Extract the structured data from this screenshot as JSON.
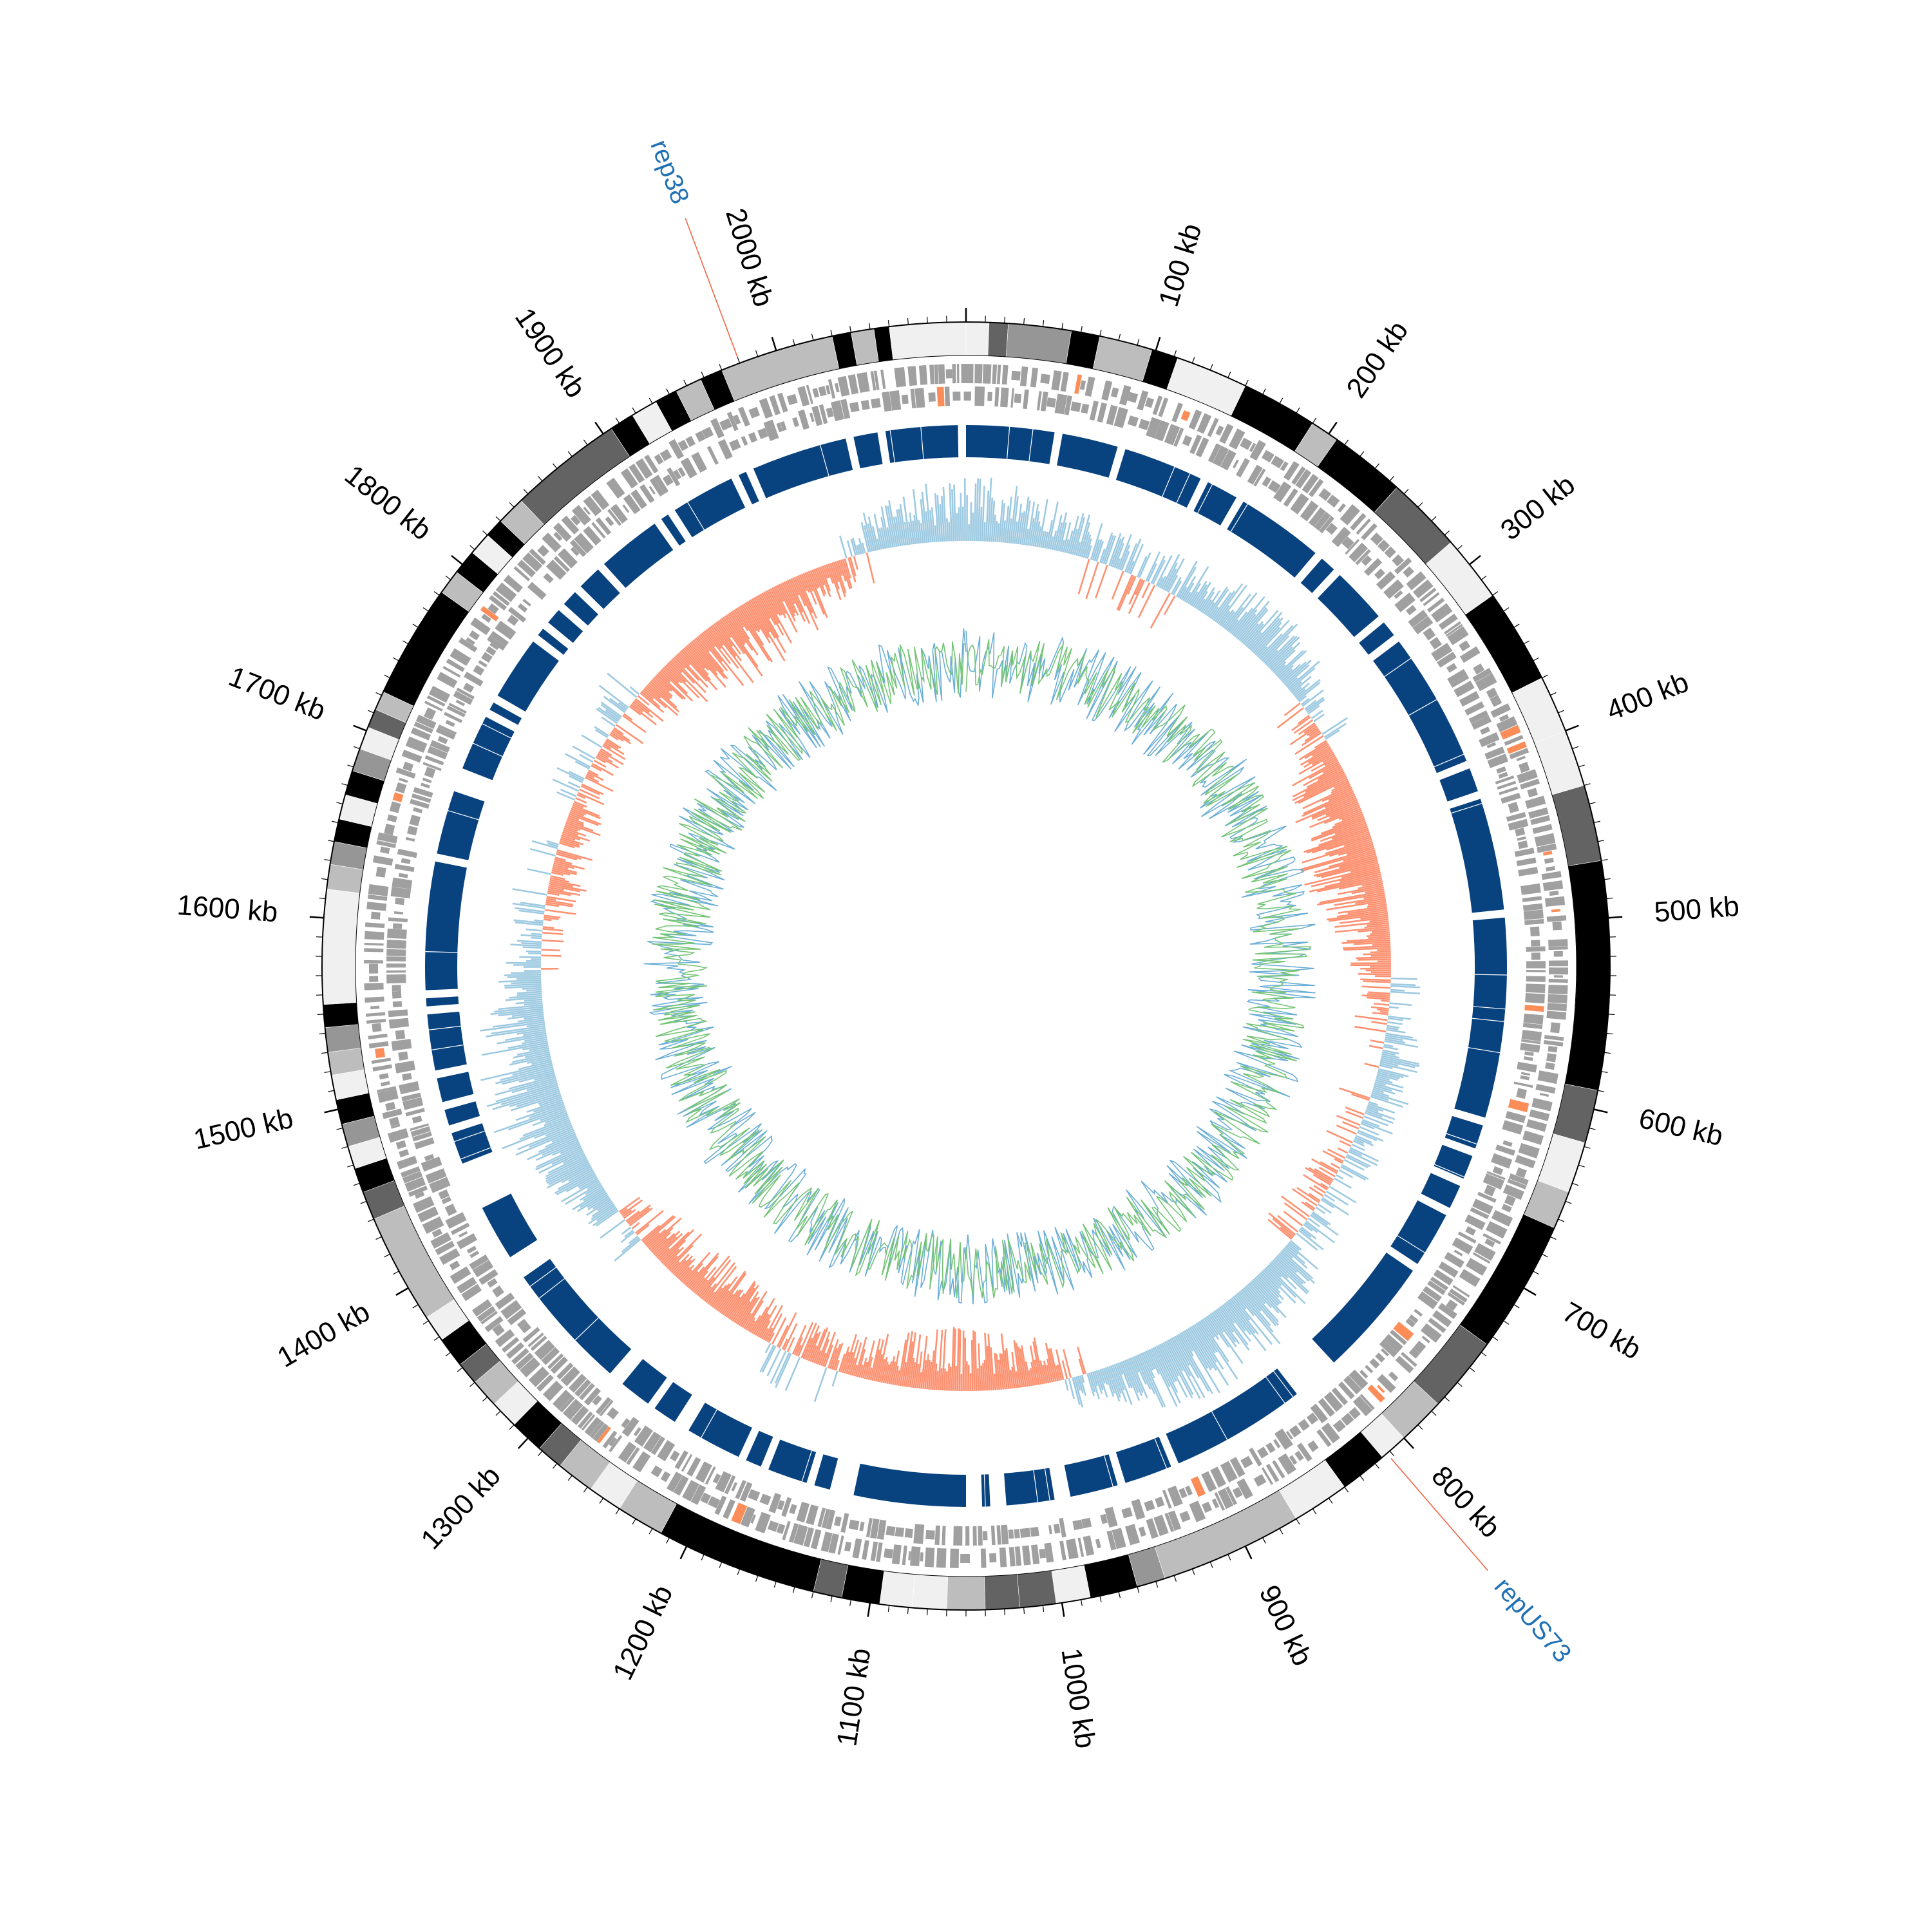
{
  "chart_data": {
    "type": "circular-genome-map",
    "genome_length_kb": 2100,
    "position_unit": "kb",
    "tick_labels": [
      "100 kb",
      "200 kb",
      "300 kb",
      "400 kb",
      "500 kb",
      "600 kb",
      "700 kb",
      "800 kb",
      "900 kb",
      "1000 kb",
      "1100 kb",
      "1200 kb",
      "1300 kb",
      "1400 kb",
      "1500 kb",
      "1600 kb",
      "1700 kb",
      "1800 kb",
      "1900 kb",
      "2000 kb"
    ],
    "tick_positions_kb": [
      100,
      200,
      300,
      400,
      500,
      600,
      700,
      800,
      900,
      1000,
      1100,
      1200,
      1300,
      1400,
      1500,
      1600,
      1700,
      1800,
      1900,
      2000
    ],
    "rep_genes": [
      {
        "label": "rep38",
        "position_kb": 1980
      },
      {
        "label": "repUS73",
        "position_kb": 812
      }
    ],
    "contig_blocks": [
      {
        "start": 0,
        "end": 12,
        "shade": "white"
      },
      {
        "start": 12,
        "end": 22,
        "shade": "dark"
      },
      {
        "start": 22,
        "end": 55,
        "shade": "mid"
      },
      {
        "start": 55,
        "end": 70,
        "shade": "black"
      },
      {
        "start": 70,
        "end": 98,
        "shade": "light"
      },
      {
        "start": 98,
        "end": 112,
        "shade": "black"
      },
      {
        "start": 112,
        "end": 150,
        "shade": "white"
      },
      {
        "start": 150,
        "end": 190,
        "shade": "black"
      },
      {
        "start": 190,
        "end": 205,
        "shade": "light"
      },
      {
        "start": 205,
        "end": 245,
        "shade": "black"
      },
      {
        "start": 245,
        "end": 285,
        "shade": "dark"
      },
      {
        "start": 285,
        "end": 320,
        "shade": "white"
      },
      {
        "start": 320,
        "end": 370,
        "shade": "black"
      },
      {
        "start": 370,
        "end": 400,
        "shade": "white"
      },
      {
        "start": 400,
        "end": 430,
        "shade": "white"
      },
      {
        "start": 430,
        "end": 470,
        "shade": "dark"
      },
      {
        "start": 470,
        "end": 590,
        "shade": "black"
      },
      {
        "start": 590,
        "end": 618,
        "shade": "dark"
      },
      {
        "start": 618,
        "end": 645,
        "shade": "white"
      },
      {
        "start": 645,
        "end": 665,
        "shade": "light"
      },
      {
        "start": 665,
        "end": 735,
        "shade": "black"
      },
      {
        "start": 735,
        "end": 775,
        "shade": "dark"
      },
      {
        "start": 775,
        "end": 800,
        "shade": "light"
      },
      {
        "start": 800,
        "end": 815,
        "shade": "white"
      },
      {
        "start": 815,
        "end": 840,
        "shade": "black"
      },
      {
        "start": 840,
        "end": 870,
        "shade": "white"
      },
      {
        "start": 870,
        "end": 945,
        "shade": "light"
      },
      {
        "start": 945,
        "end": 960,
        "shade": "mid"
      },
      {
        "start": 960,
        "end": 985,
        "shade": "black"
      },
      {
        "start": 985,
        "end": 1003,
        "shade": "white"
      },
      {
        "start": 1003,
        "end": 1022,
        "shade": "dark"
      },
      {
        "start": 1022,
        "end": 1040,
        "shade": "dark"
      },
      {
        "start": 1040,
        "end": 1060,
        "shade": "light"
      },
      {
        "start": 1060,
        "end": 1078,
        "shade": "white"
      },
      {
        "start": 1078,
        "end": 1095,
        "shade": "white"
      },
      {
        "start": 1095,
        "end": 1115,
        "shade": "black"
      },
      {
        "start": 1115,
        "end": 1130,
        "shade": "dark"
      },
      {
        "start": 1130,
        "end": 1215,
        "shade": "black"
      },
      {
        "start": 1215,
        "end": 1240,
        "shade": "light"
      },
      {
        "start": 1240,
        "end": 1258,
        "shade": "white"
      },
      {
        "start": 1258,
        "end": 1278,
        "shade": "light"
      },
      {
        "start": 1278,
        "end": 1292,
        "shade": "dark"
      },
      {
        "start": 1292,
        "end": 1310,
        "shade": "black"
      },
      {
        "start": 1310,
        "end": 1325,
        "shade": "white"
      },
      {
        "start": 1325,
        "end": 1340,
        "shade": "light"
      },
      {
        "start": 1340,
        "end": 1352,
        "shade": "dark"
      },
      {
        "start": 1352,
        "end": 1368,
        "shade": "black"
      },
      {
        "start": 1368,
        "end": 1382,
        "shade": "white"
      },
      {
        "start": 1382,
        "end": 1440,
        "shade": "light"
      },
      {
        "start": 1440,
        "end": 1455,
        "shade": "dark"
      },
      {
        "start": 1455,
        "end": 1468,
        "shade": "black"
      },
      {
        "start": 1468,
        "end": 1480,
        "shade": "white"
      },
      {
        "start": 1480,
        "end": 1492,
        "shade": "mid"
      },
      {
        "start": 1492,
        "end": 1505,
        "shade": "black"
      },
      {
        "start": 1505,
        "end": 1518,
        "shade": "white"
      },
      {
        "start": 1518,
        "end": 1530,
        "shade": "light"
      },
      {
        "start": 1530,
        "end": 1543,
        "shade": "mid"
      },
      {
        "start": 1543,
        "end": 1555,
        "shade": "black"
      },
      {
        "start": 1555,
        "end": 1615,
        "shade": "white"
      },
      {
        "start": 1615,
        "end": 1628,
        "shade": "light"
      },
      {
        "start": 1628,
        "end": 1640,
        "shade": "mid"
      },
      {
        "start": 1640,
        "end": 1652,
        "shade": "black"
      },
      {
        "start": 1652,
        "end": 1665,
        "shade": "white"
      },
      {
        "start": 1665,
        "end": 1678,
        "shade": "black"
      },
      {
        "start": 1678,
        "end": 1690,
        "shade": "mid"
      },
      {
        "start": 1690,
        "end": 1702,
        "shade": "white"
      },
      {
        "start": 1702,
        "end": 1712,
        "shade": "dark"
      },
      {
        "start": 1712,
        "end": 1722,
        "shade": "light"
      },
      {
        "start": 1722,
        "end": 1782,
        "shade": "black"
      },
      {
        "start": 1782,
        "end": 1795,
        "shade": "light"
      },
      {
        "start": 1795,
        "end": 1808,
        "shade": "black"
      },
      {
        "start": 1808,
        "end": 1820,
        "shade": "white"
      },
      {
        "start": 1820,
        "end": 1830,
        "shade": "black"
      },
      {
        "start": 1830,
        "end": 1845,
        "shade": "light"
      },
      {
        "start": 1845,
        "end": 1905,
        "shade": "dark"
      },
      {
        "start": 1905,
        "end": 1918,
        "shade": "black"
      },
      {
        "start": 1918,
        "end": 1932,
        "shade": "white"
      },
      {
        "start": 1932,
        "end": 1944,
        "shade": "black"
      },
      {
        "start": 1944,
        "end": 1958,
        "shade": "light"
      },
      {
        "start": 1958,
        "end": 1970,
        "shade": "black"
      },
      {
        "start": 1970,
        "end": 2030,
        "shade": "light"
      },
      {
        "start": 2030,
        "end": 2040,
        "shade": "black"
      },
      {
        "start": 2040,
        "end": 2052,
        "shade": "light"
      },
      {
        "start": 2052,
        "end": 2060,
        "shade": "black"
      },
      {
        "start": 2060,
        "end": 2100,
        "shade": "white"
      }
    ],
    "homology_blocks_kb": [
      [
        0,
        55
      ],
      [
        60,
        95
      ],
      [
        100,
        150
      ],
      [
        155,
        175
      ],
      [
        180,
        235
      ],
      [
        240,
        250
      ],
      [
        255,
        290
      ],
      [
        295,
        305
      ],
      [
        310,
        395
      ],
      [
        400,
        415
      ],
      [
        420,
        490
      ],
      [
        495,
        620
      ],
      [
        625,
        640
      ],
      [
        645,
        660
      ],
      [
        665,
        680
      ],
      [
        685,
        720
      ],
      [
        725,
        800
      ],
      [
        830,
        915
      ],
      [
        920,
        950
      ],
      [
        955,
        985
      ],
      [
        995,
        1025
      ],
      [
        1035,
        1040
      ],
      [
        1050,
        1120
      ],
      [
        1135,
        1145
      ],
      [
        1150,
        1175
      ],
      [
        1180,
        1190
      ],
      [
        1195,
        1230
      ],
      [
        1240,
        1255
      ],
      [
        1260,
        1280
      ],
      [
        1290,
        1370
      ],
      [
        1385,
        1420
      ],
      [
        1450,
        1470
      ],
      [
        1475,
        1485
      ],
      [
        1490,
        1505
      ],
      [
        1510,
        1545
      ],
      [
        1550,
        1555
      ],
      [
        1560,
        1640
      ],
      [
        1645,
        1685
      ],
      [
        1700,
        1735
      ],
      [
        1740,
        1745
      ],
      [
        1750,
        1790
      ],
      [
        1795,
        1800
      ],
      [
        1805,
        1815
      ],
      [
        1820,
        1830
      ],
      [
        1835,
        1850
      ],
      [
        1855,
        1895
      ],
      [
        1900,
        1905
      ],
      [
        1910,
        1950
      ],
      [
        1955,
        1960
      ],
      [
        1965,
        2025
      ],
      [
        2030,
        2045
      ],
      [
        2050,
        2095
      ]
    ],
    "gc_content_style": {
      "above_average_color": "#9ecae1",
      "below_average_color": "#fc9272"
    },
    "gc_skew_style": {
      "positive_color": "#74c476",
      "negative_color": "#6baed6"
    },
    "colors": {
      "contig_white": "#f0f0f0",
      "contig_light": "#bdbdbd",
      "contig_mid": "#969696",
      "contig_dark": "#636363",
      "contig_black": "#000000",
      "cds": "#a0a0a0",
      "rna_feature": "#fc8d59",
      "homology": "#08427f",
      "rep_line": "#f16445",
      "rep_text": "#2171b5",
      "axis": "#000000"
    }
  }
}
